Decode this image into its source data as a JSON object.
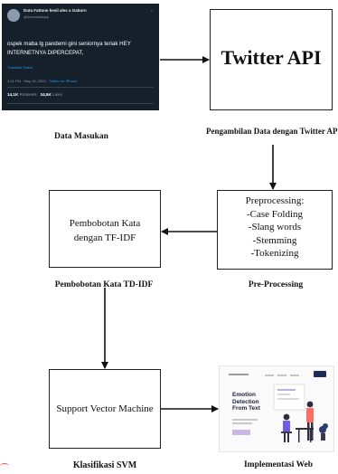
{
  "tweet": {
    "name": "Duta Fattone kesil ales a Gaburn",
    "handle": "@funnstudsquy",
    "body": "ospek maba lg pandemi gini seniornya teriak HEY INTERNETNYA DIPERCEPAT,",
    "translate": "Translate Tweet",
    "time": "4:21 PM · May 15, 2020 · ",
    "source": "Twitter for iPhone",
    "retweets_count": "14,1K",
    "retweets_label": "Retweets",
    "likes_count": "34,5K",
    "likes_label": "Likes"
  },
  "nodes": {
    "twitter_api": "Twitter API",
    "preprocessing": "Preprocessing:\n-Case Folding\n-Slang words\n-Stemming\n-Tokenizing",
    "tfidf": "Pembobotan Kata\ndengan TF-IDF",
    "svm": "Support Vector Machine"
  },
  "labels": {
    "data_masukan": "Data Masukan",
    "pengambilan": "Pengambilan Data dengan Twitter API",
    "pembobotan": "Pembobotan Kata TD-IDF",
    "preprocessing": "Pre-Processing",
    "klasifikasi": "Klasifikasi SVM",
    "implementasi": "Implementasi Web"
  },
  "web_mockup": {
    "hero": "Emotion\nDetection\nFrom Text"
  },
  "colors": {
    "tweet_bg": "#15202b",
    "link_blue": "#1d9bf0",
    "web_nav_button": "#1f2a57",
    "web_cta": "#c8b8e8"
  }
}
